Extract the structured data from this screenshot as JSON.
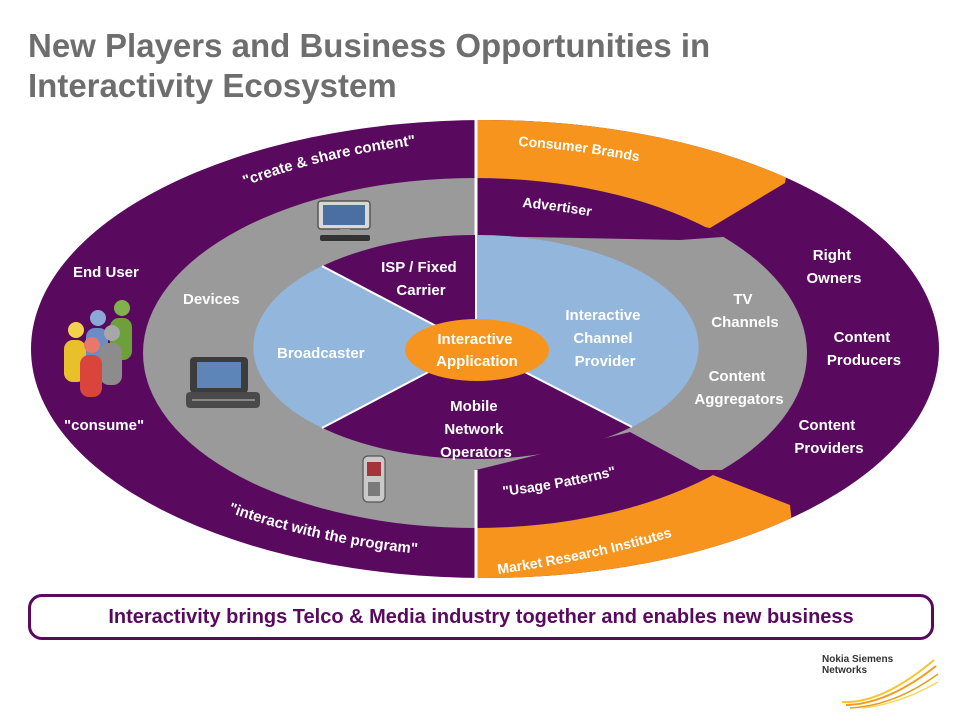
{
  "slide": {
    "title_line1": "New Players and Business Opportunities in",
    "title_line2": "Interactivity Ecosystem",
    "footer": "Interactivity brings Telco & Media industry together and enables new business"
  },
  "outer_ring": {
    "create_share": "\"create & share content\"",
    "consume": "\"consume\"",
    "interact": "\"interact with the program\"",
    "consumer_brands": "Consumer Brands",
    "market_research": "Market Research Institutes",
    "end_user": "End User",
    "right_owners": [
      "Right",
      "Owners"
    ],
    "content_producers": [
      "Content",
      "Producers"
    ],
    "content_providers": [
      "Content",
      "Providers"
    ]
  },
  "middle_ring": {
    "devices": "Devices",
    "advertiser": "Advertiser",
    "usage_patterns": "\"Usage Patterns\"",
    "tv_channels": [
      "TV",
      "Channels"
    ],
    "content_aggregators": [
      "Content",
      "Aggregators"
    ]
  },
  "inner": {
    "broadcaster": "Broadcaster",
    "isp": [
      "ISP / Fixed",
      "Carrier"
    ],
    "interactive_channel_provider": [
      "Interactive",
      "Channel",
      "Provider"
    ],
    "mobile_network_operators": [
      "Mobile",
      "Network",
      "Operators"
    ],
    "center": [
      "Interactive",
      "Application"
    ]
  },
  "logo": {
    "text": [
      "Nokia Siemens",
      "Networks"
    ]
  },
  "colors": {
    "purple": "#5a0a5e",
    "gray": "#9a9a9a",
    "light_blue": "#93b6dc",
    "orange": "#f7941d",
    "title_gray": "#6e6e6e"
  }
}
